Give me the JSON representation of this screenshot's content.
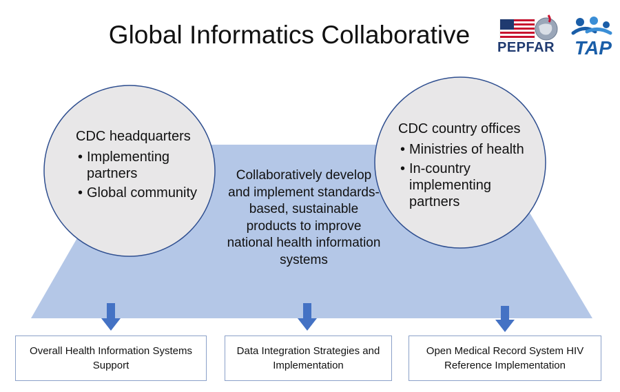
{
  "title": "Global Informatics Collaborative",
  "logos": {
    "pepfar": "PEPFAR",
    "tap": "TAP"
  },
  "left_circle": {
    "heading": "CDC headquarters",
    "items": [
      "Implementing partners",
      "Global community"
    ]
  },
  "right_circle": {
    "heading": "CDC country offices",
    "items": [
      "Ministries of health",
      "In-country implementing partners"
    ]
  },
  "center_text": "Collaboratively develop and implement standards-based, sustainable products to improve national health information systems",
  "outputs": [
    "Overall Health Information Systems Support",
    "Data Integration Strategies and Implementation",
    "Open Medical Record System HIV Reference Implementation"
  ],
  "colors": {
    "trapezoid": "#b4c7e7",
    "circle_fill": "#e8e7e8",
    "circle_stroke": "#2e4e8f",
    "arrow": "#4472c4",
    "box_border": "#8aa0c8"
  }
}
